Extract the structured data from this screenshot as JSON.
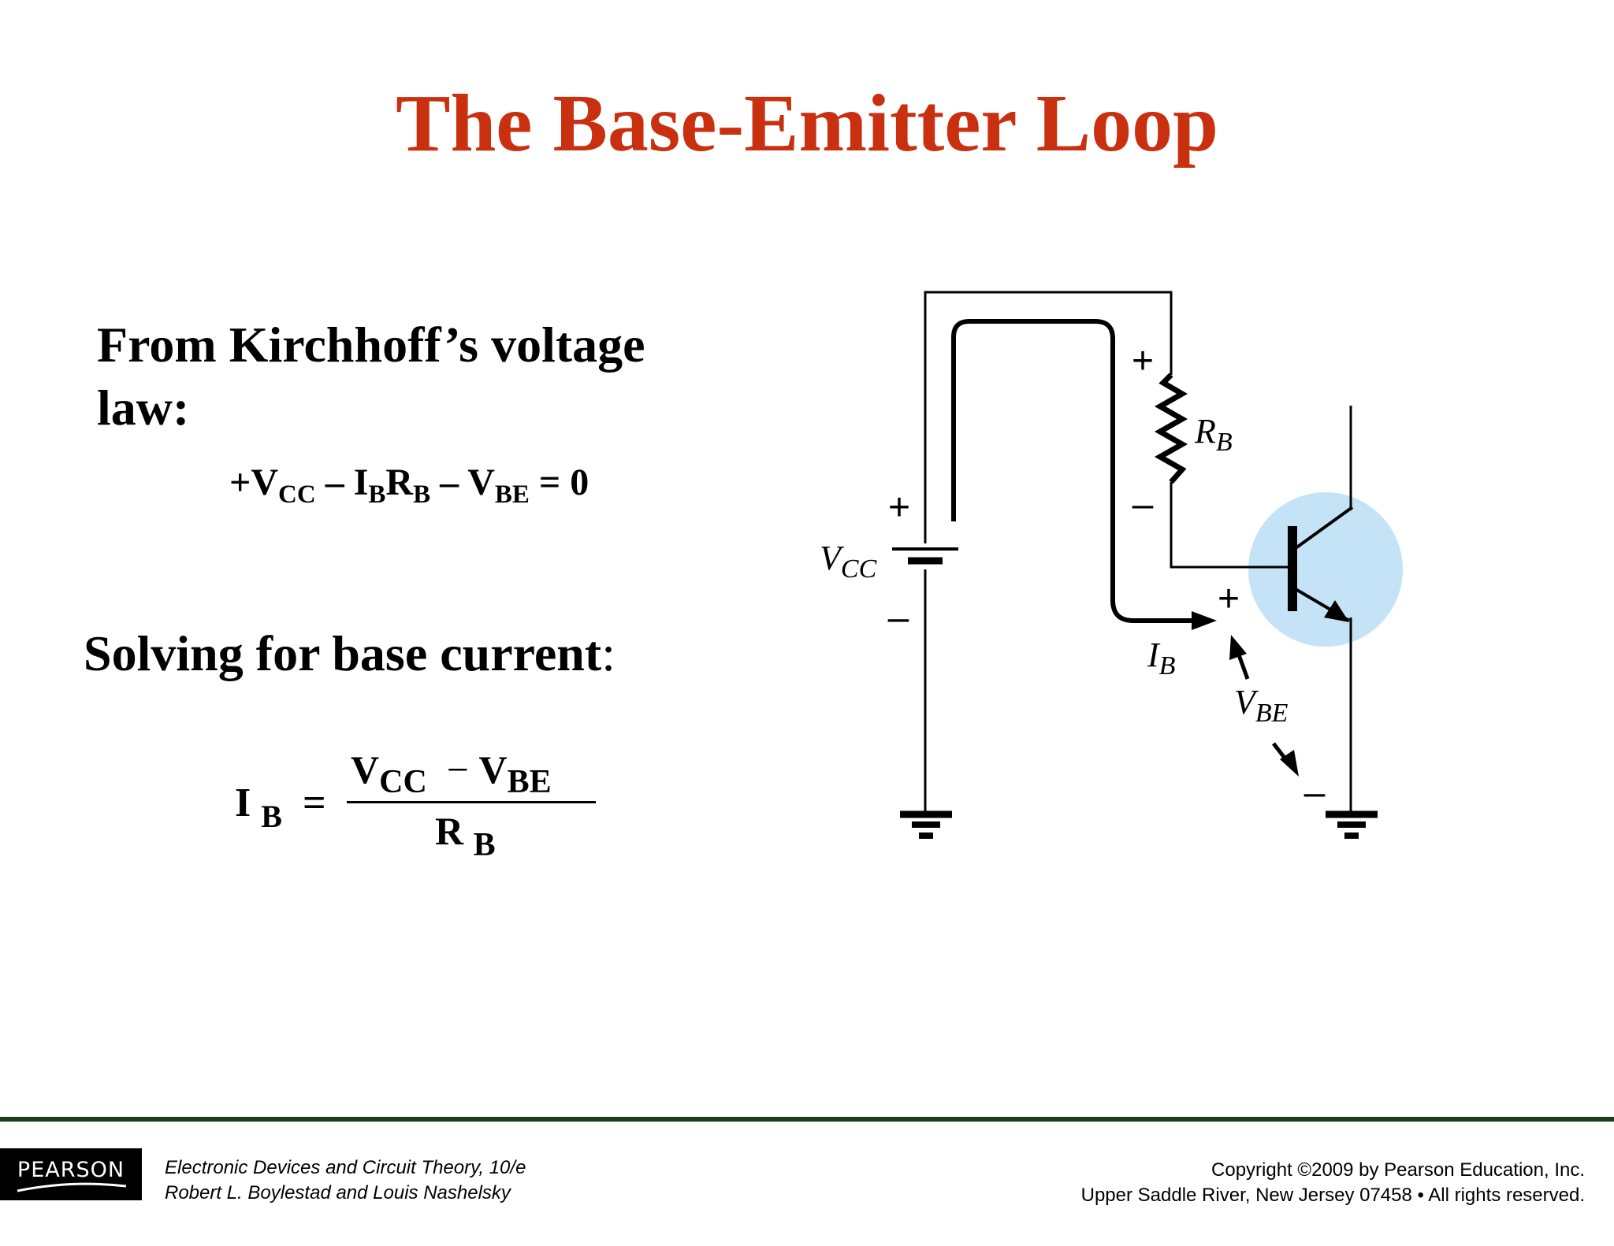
{
  "slide": {
    "title": "The Base-Emitter Loop",
    "intro_text": "From Kirchhoff’s voltage law:",
    "kvl_equation": {
      "plus_v": "+V",
      "cc": "CC",
      "minus_i": " – I",
      "b1": "B",
      "r": "R",
      "b2": "B",
      "minus_v": " – V",
      "be": "BE",
      "equals_zero": " = 0"
    },
    "solving_text": "Solving for base current",
    "solving_colon": ":",
    "ib_formula": {
      "lhs_i": "I",
      "lhs_b": "B",
      "equals": "=",
      "num_v1": "V",
      "num_cc": "CC",
      "num_minus": "−",
      "num_v2": "V",
      "num_be": "BE",
      "den_r": "R",
      "den_b": "B"
    }
  },
  "circuit": {
    "vcc_main": "V",
    "vcc_sub": "CC",
    "rb_main": "R",
    "rb_sub": "B",
    "ib_main": "I",
    "ib_sub": "B",
    "vbe_main": "V",
    "vbe_sub": "BE",
    "plus": "+",
    "minus": "–",
    "transistor_highlight_color": "#c5e3f6"
  },
  "footer": {
    "logo_text": "PEARSON",
    "book_line1": "Electronic Devices and Circuit Theory, 10/e",
    "book_line2": "Robert L. Boylestad and Louis Nashelsky",
    "copyright_line1": "Copyright ©2009 by Pearson Education, Inc.",
    "copyright_line2": "Upper Saddle River, New Jersey 07458 • All rights reserved."
  },
  "colors": {
    "title": "#c8300f",
    "footer_rule": "#1d3a1b"
  }
}
